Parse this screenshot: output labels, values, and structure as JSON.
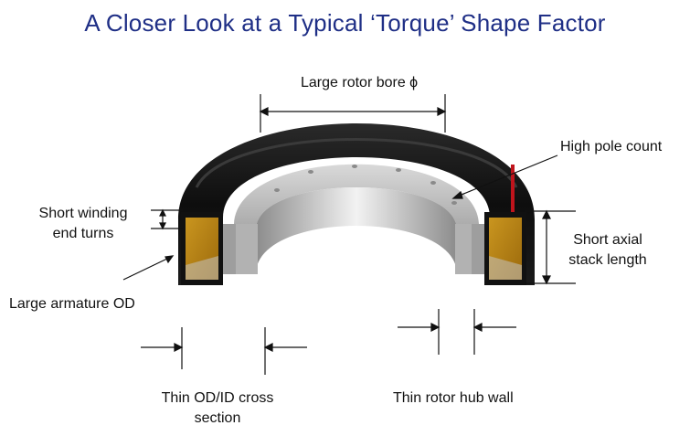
{
  "title": "A Closer Look at a Typical ‘Torque’ Shape Factor",
  "labels": {
    "rotor_bore": "Large rotor bore ϕ",
    "pole_count": "High pole count",
    "winding_1": "Short winding",
    "winding_2": "end turns",
    "axial_1": "Short axial",
    "axial_2": "stack length",
    "armature_od": "Large armature OD",
    "cross_1": "Thin OD/ID cross",
    "cross_2": "section",
    "hub_wall": "Thin rotor hub wall"
  },
  "colors": {
    "title": "#1f2f86",
    "stator_dark": "#151515",
    "winding_gold": "#b88318",
    "rotor_grey": "#bdbdbd",
    "pole_marker": "#c0141c"
  }
}
